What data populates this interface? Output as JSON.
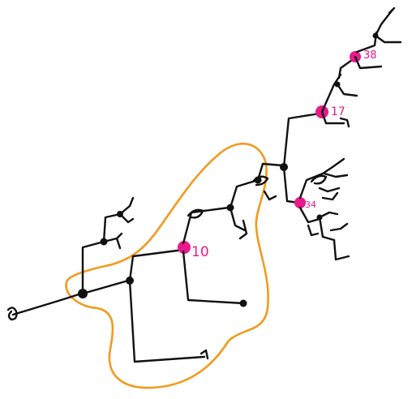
{
  "colors": {
    "background": "#ffffff",
    "edges": "#111111",
    "highlight": "#e8198b",
    "clade_outline": "#f29a1f"
  },
  "highlighted_nodes": [
    {
      "id": "n10",
      "label": "10"
    },
    {
      "id": "n17",
      "label": "17"
    },
    {
      "id": "n34",
      "label": "34"
    },
    {
      "id": "n38",
      "label": "38"
    }
  ]
}
